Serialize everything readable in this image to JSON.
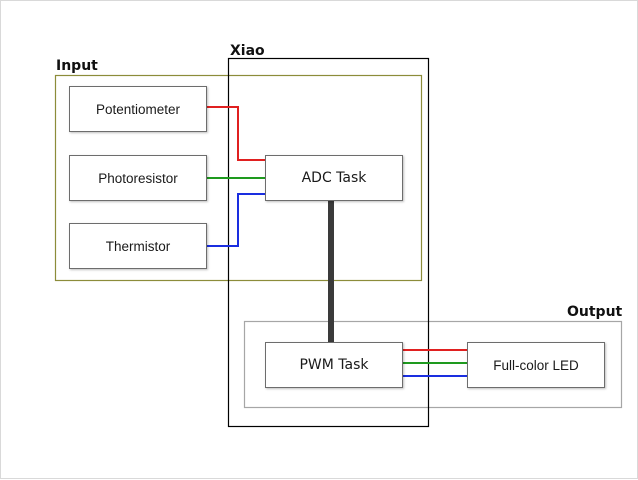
{
  "groups": {
    "input": {
      "label": "Input",
      "border_color": "#8c8c3a"
    },
    "xiao": {
      "label": "Xiao",
      "border_color": "#000000"
    },
    "output": {
      "label": "Output",
      "border_color": "#a6a6a6"
    }
  },
  "nodes": {
    "potentiometer": "Potentiometer",
    "photoresistor": "Photoresistor",
    "thermistor": "Thermistor",
    "adc_task": "ADC Task",
    "pwm_task": "PWM Task",
    "led": "Full-color LED"
  },
  "colors": {
    "red": "#e02020",
    "green": "#1e9a1e",
    "blue": "#1a2ee0",
    "bus": "#3a3a3a"
  }
}
